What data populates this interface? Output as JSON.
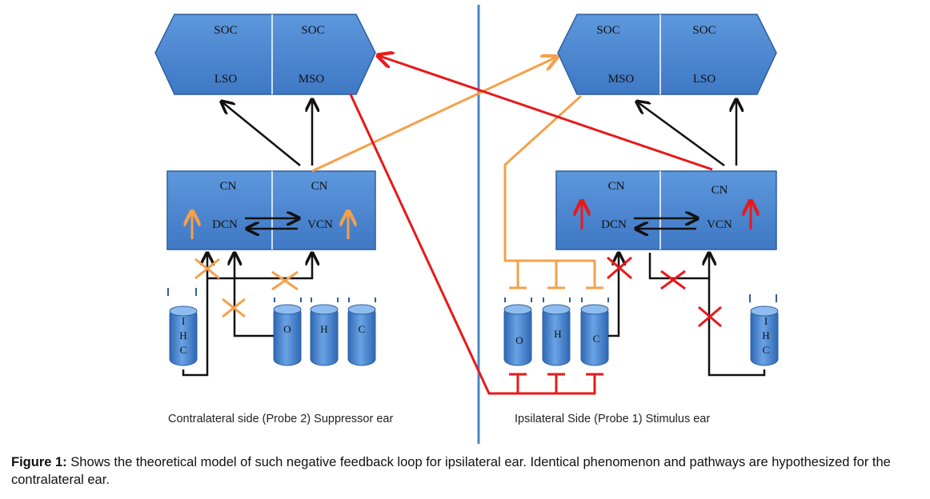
{
  "colors": {
    "box_fill": "#4f89d2",
    "box_stroke": "#2d5fa0",
    "midline": "#4a86c8",
    "black_path": "#111111",
    "orange_path": "#f5a04a",
    "red_path": "#e8191a",
    "orange_up_arrow": "#f5a04a",
    "red_up_arrow": "#e8191a"
  },
  "left": {
    "soc": {
      "top_labels": [
        "SOC",
        "SOC"
      ],
      "bottom_labels": [
        "LSO",
        "MSO"
      ]
    },
    "cn": {
      "top_labels": [
        "CN",
        "CN"
      ],
      "dcn_label": "DCN",
      "vcn_label": "VCN"
    },
    "ihc_letters": [
      "I",
      "H",
      "C"
    ],
    "ohc_cells": [
      "O",
      "H",
      "C"
    ],
    "side_caption": "Contralateral side (Probe 2) Suppressor ear"
  },
  "right": {
    "soc": {
      "top_labels": [
        "SOC",
        "SOC"
      ],
      "bottom_labels": [
        "MSO",
        "LSO"
      ]
    },
    "cn": {
      "top_labels": [
        "CN",
        "CN"
      ],
      "dcn_label": "DCN",
      "vcn_label": "VCN"
    },
    "ihc_letters": [
      "I",
      "H",
      "C"
    ],
    "ohc_cells": [
      "O",
      "H",
      "C"
    ],
    "side_caption": "Ipsilateral Side (Probe 1) Stimulus ear"
  },
  "figure_caption": {
    "label": "Figure 1:",
    "text": " Shows the theoretical model of such negative feedback loop for ipsilateral ear. Identical phenomenon and pathways are hypothesized for the contralateral ear."
  }
}
